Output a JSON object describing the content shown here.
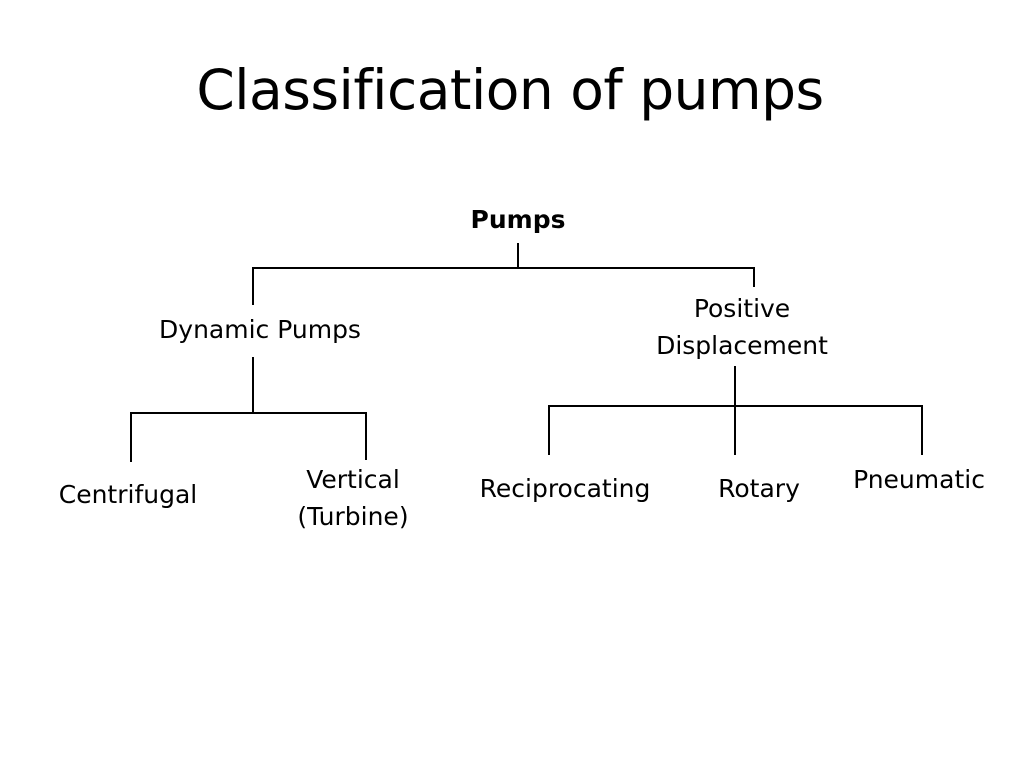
{
  "slide": {
    "title": "Classification of pumps",
    "background_color": "#ffffff",
    "line_color": "#000000",
    "text_color": "#000000"
  },
  "diagram": {
    "type": "tree",
    "root": {
      "label": "Pumps",
      "bold": true
    },
    "level2": [
      {
        "label": "Dynamic Pumps"
      },
      {
        "label_line1": "Positive",
        "label_line2": "Displacement"
      }
    ],
    "level3_left": [
      {
        "label": "Centrifugal"
      },
      {
        "label_line1": "Vertical",
        "label_line2": "(Turbine)"
      }
    ],
    "level3_right": [
      {
        "label": "Reciprocating"
      },
      {
        "label": "Rotary"
      },
      {
        "label": "Pneumatic"
      }
    ]
  }
}
